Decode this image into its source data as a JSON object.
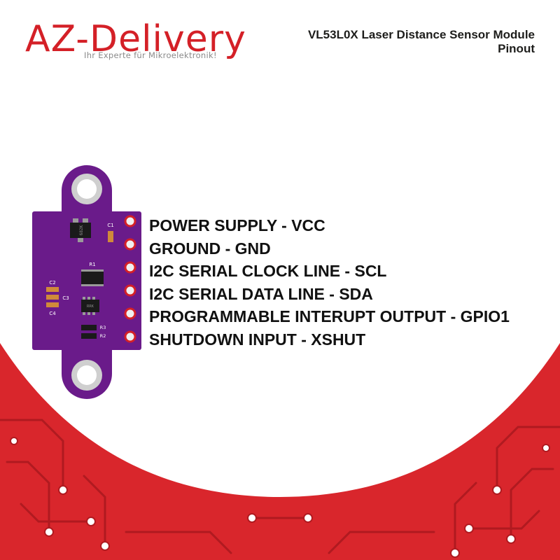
{
  "brand": {
    "logo_text": "AZ-Delivery",
    "tagline": "Ihr Experte für Mikroelektronik!",
    "accent_color": "#d42027",
    "pcb_color": "#6a1b8a"
  },
  "header": {
    "title": "VL53L0X Laser Distance Sensor Module",
    "subtitle": "Pinout"
  },
  "board": {
    "components": [
      "C1",
      "R1",
      "C2",
      "C3",
      "C4",
      "R3",
      "R2"
    ],
    "chip_markings": [
      "682K",
      "RRK"
    ]
  },
  "pins": [
    {
      "label": "POWER SUPPLY - VCC"
    },
    {
      "label": "GROUND - GND"
    },
    {
      "label": "I2C SERIAL CLOCK LINE - SCL"
    },
    {
      "label": "I2C SERIAL DATA LINE - SDA"
    },
    {
      "label": "PROGRAMMABLE INTERUPT OUTPUT - GPIO1"
    },
    {
      "label": "SHUTDOWN INPUT - XSHUT"
    }
  ]
}
